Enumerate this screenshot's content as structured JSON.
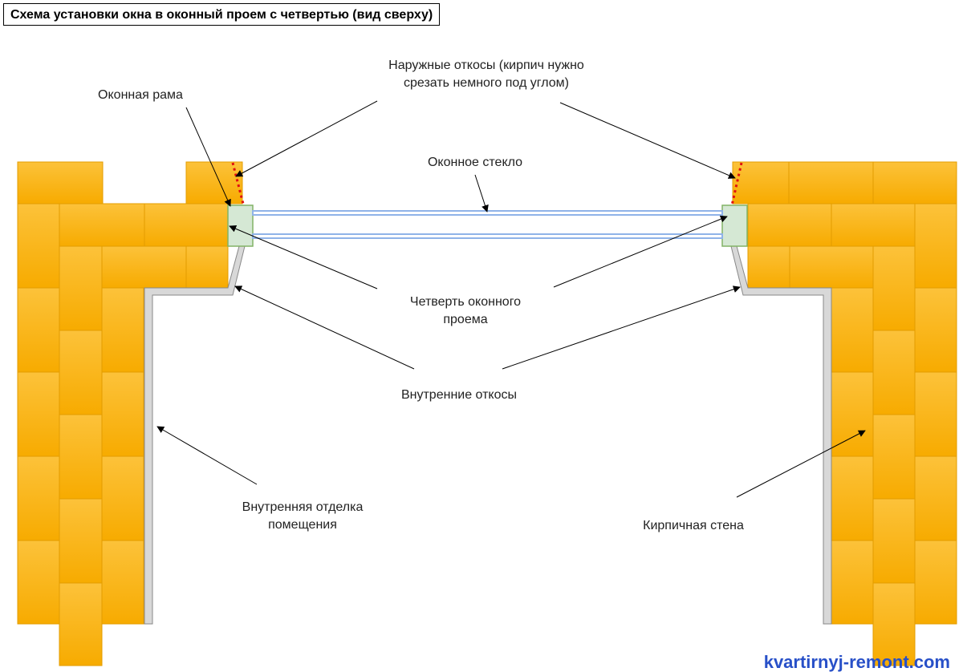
{
  "title": "Схема установки окна в оконный проем с четвертью (вид сверху)",
  "labels": {
    "outer_slopes_1": "Наружные откосы (кирпич нужно",
    "outer_slopes_2": "срезать немного под углом)",
    "window_frame": "Оконная рама",
    "window_glass": "Оконное стекло",
    "quarter_1": "Четверть оконного",
    "quarter_2": "проема",
    "inner_slopes": "Внутренние откосы",
    "interior_finish_1": "Внутренняя отделка",
    "interior_finish_2": "помещения",
    "brick_wall": "Кирпичная стена"
  },
  "watermark": "kvartirnyj-remont.com",
  "colors": {
    "brick": "#fbb615",
    "brick_border": "#e09a00",
    "frame": "#d5e8d4",
    "frame_border": "#82b366",
    "glass": "#8fb3e8",
    "cut_line": "#e01010",
    "slope": "#d0d0d0"
  }
}
